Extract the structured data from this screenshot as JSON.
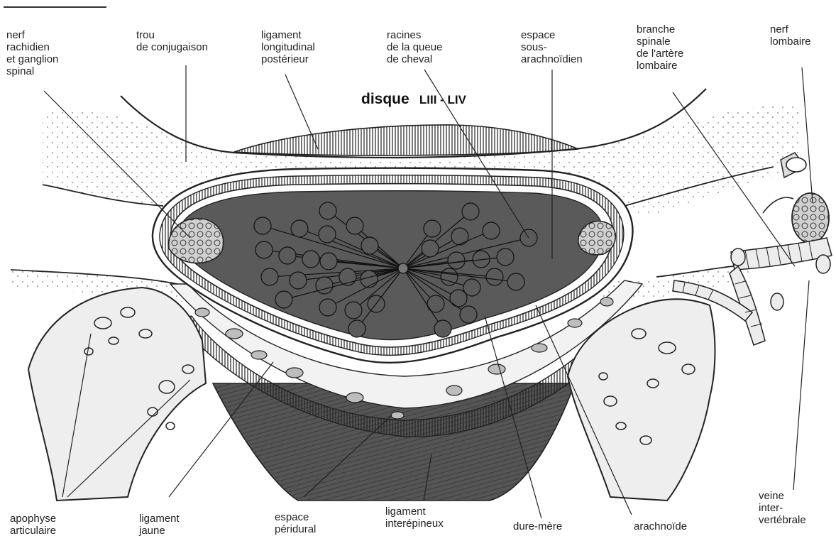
{
  "title": {
    "main": "disque",
    "level": "LIII - LIV"
  },
  "labels": {
    "nerve_ganglion": [
      "nerf",
      "rachidien",
      "et ganglion",
      "spinal"
    ],
    "foramen": [
      "trou",
      "de conjugaison"
    ],
    "post_ligament": [
      "ligament",
      "longitudinal",
      "postérieur"
    ],
    "cauda_roots": [
      "racines",
      "de la queue",
      "de cheval"
    ],
    "subarachnoid": [
      "espace",
      "sous-",
      "arachnoïdien"
    ],
    "spinal_branch": [
      "branche",
      "spinale",
      "de l'artère",
      "lombaire"
    ],
    "lumbar_nerve": [
      "nerf",
      "lombaire"
    ],
    "vein": [
      "veine",
      "inter-",
      "vertébrale"
    ],
    "articular": [
      "apophyse",
      "articulaire"
    ],
    "yellow_ligament": [
      "ligament",
      "jaune"
    ],
    "epidural": [
      "espace",
      "péridural"
    ],
    "interspinous": [
      "ligament",
      "interépineux"
    ],
    "dura": [
      "dure-mère"
    ],
    "arachnoid": [
      "arachnoïde"
    ]
  }
}
